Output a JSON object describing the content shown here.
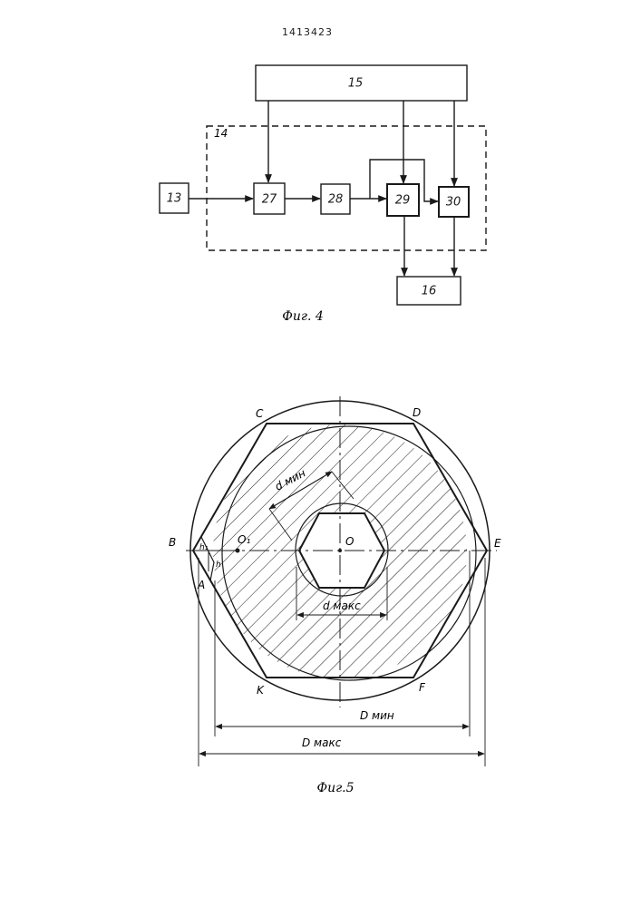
{
  "patent_number": "1413423",
  "fig4": {
    "caption": "Фиг. 4",
    "dashed_block_label": "14",
    "blocks": {
      "b15": "15",
      "b13": "13",
      "b27": "27",
      "b28": "28",
      "b29": "29",
      "b30": "30",
      "b16": "16"
    }
  },
  "fig5": {
    "caption": "Фиг.5",
    "points": {
      "B": "B",
      "A": "A",
      "C": "C",
      "D": "D",
      "E": "E",
      "F": "F",
      "K": "K",
      "O": "O",
      "O1": "O₁",
      "h1": "h₁",
      "h": "h"
    },
    "dims": {
      "d_min": "d мин",
      "d_max": "d макс",
      "D_min": "D мин",
      "D_max": "D макс"
    }
  }
}
